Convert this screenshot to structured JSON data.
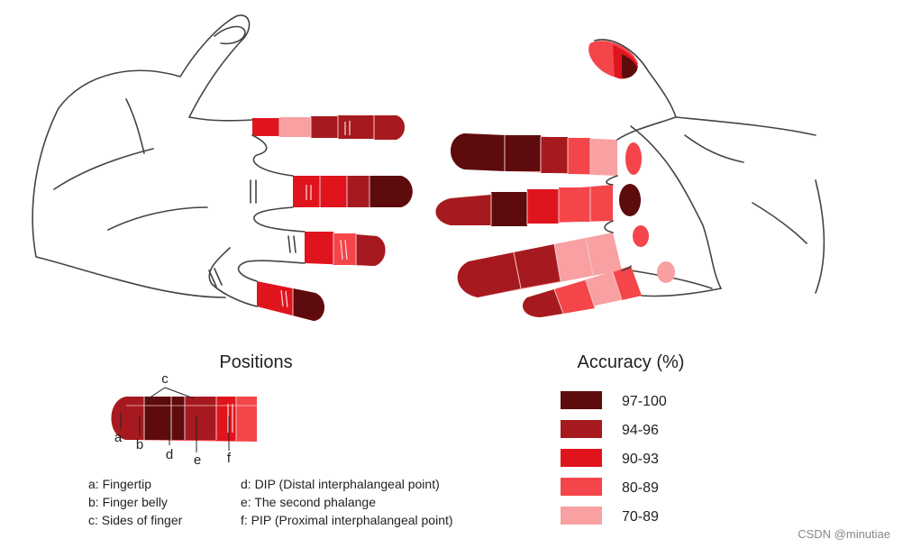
{
  "colors": {
    "level1": "#5e0b0e",
    "level2": "#a61a1f",
    "level3": "#e0141d",
    "level4": "#f4454a",
    "level5": "#f8a0a2",
    "outline": "#444444"
  },
  "positions": {
    "title": "Positions",
    "letters": [
      "a",
      "b",
      "c",
      "d",
      "e",
      "f"
    ],
    "items": [
      "a: Fingertip",
      "b: Finger belly",
      "c: Sides of finger",
      "d: DIP (Distal interphalangeal point)",
      "e: The second phalange",
      "f: PIP (Proximal interphalangeal point)"
    ]
  },
  "legend": {
    "title": "Accuracy (%)",
    "entries": [
      {
        "label": "97-100",
        "color": "#5e0b0e"
      },
      {
        "label": "94-96",
        "color": "#a61a1f"
      },
      {
        "label": "90-93",
        "color": "#e0141d"
      },
      {
        "label": "80-89",
        "color": "#f4454a"
      },
      {
        "label": "70-89",
        "color": "#f8a0a2"
      }
    ]
  },
  "watermark": "CSDN @minutiae"
}
